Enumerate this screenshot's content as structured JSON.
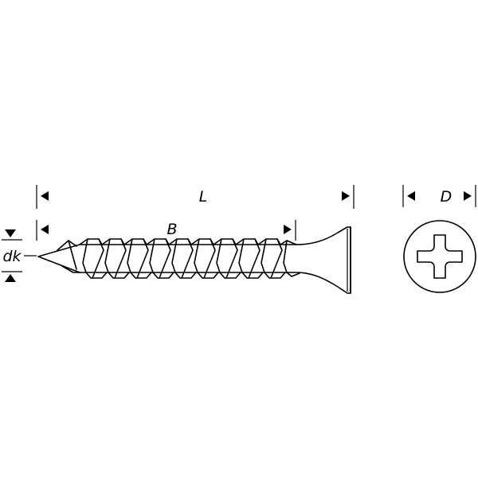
{
  "labels": {
    "length": "L",
    "thread_length": "B",
    "head_diameter": "D",
    "core_diameter": "dk"
  },
  "colors": {
    "line": "#000000",
    "background": "#ffffff"
  },
  "icons": {
    "head_drive": "phillips-cross-recess-icon"
  }
}
